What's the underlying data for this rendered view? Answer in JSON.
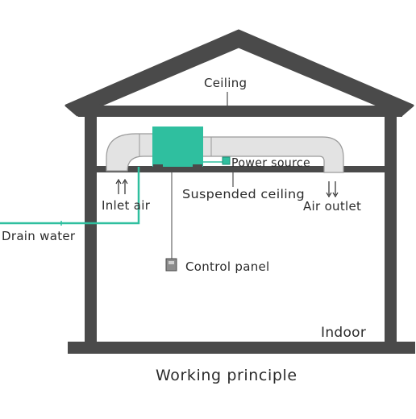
{
  "labels": {
    "ceiling": "Ceiling",
    "power_source": "Power source",
    "inlet_air": "Inlet air",
    "suspended_ceiling": "Suspended ceiling",
    "air_outlet": "Air outlet",
    "drain_water": "Drain water",
    "control_panel": "Control panel",
    "indoor": "Indoor"
  },
  "caption": "Working principle",
  "colors": {
    "wall": "#4a4a4a",
    "duct_fill": "#e3e3e3",
    "duct_stroke": "#9a9a9a",
    "unit": "#2fbf9f",
    "drain_line": "#2fbf9f",
    "text": "#2b2b2b"
  }
}
